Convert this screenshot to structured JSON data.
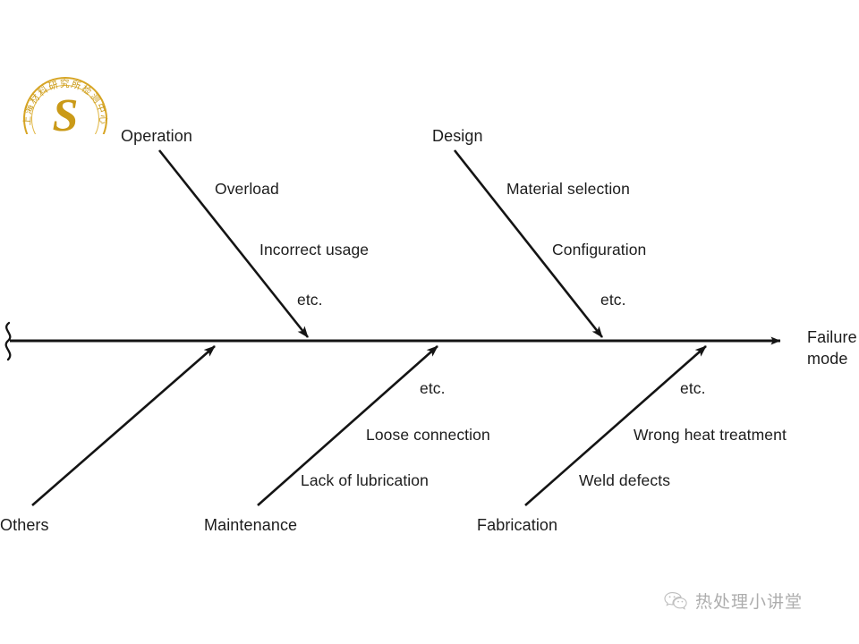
{
  "diagram": {
    "type": "fishbone-ishikawa",
    "effect": {
      "label": "Failure\nmode",
      "label_line1": "Failure",
      "label_line2": "mode"
    },
    "spine": {
      "break_symbol": "squiggle",
      "direction": "left-to-right",
      "arrow": "arrowhead-right"
    },
    "branches": [
      {
        "category": "Operation",
        "side": "top",
        "causes": [
          "Overload",
          "Incorrect usage",
          "etc."
        ]
      },
      {
        "category": "Design",
        "side": "top",
        "causes": [
          "Material selection",
          "Configuration",
          "etc."
        ]
      },
      {
        "category": "Others",
        "side": "bottom",
        "causes": []
      },
      {
        "category": "Maintenance",
        "side": "bottom",
        "causes": [
          "etc.",
          "Loose connection",
          "Lack of lubrication"
        ]
      },
      {
        "category": "Fabrication",
        "side": "bottom",
        "causes": [
          "etc.",
          "Wrong heat treatment",
          "Weld defects"
        ]
      }
    ]
  },
  "watermarks": {
    "seal": {
      "monogram": "S",
      "arc_text": "上海材料研究所检测中心",
      "color": "#c8960f"
    },
    "wechat": {
      "text": "热处理小讲堂",
      "icon": "wechat-icon",
      "color": "#6b6b6b"
    }
  },
  "colors": {
    "line": "#141414",
    "text": "#1c1c1c",
    "background": "#ffffff",
    "seal_gold": "#c8960f",
    "watermark_grey": "#6b6b6b"
  }
}
